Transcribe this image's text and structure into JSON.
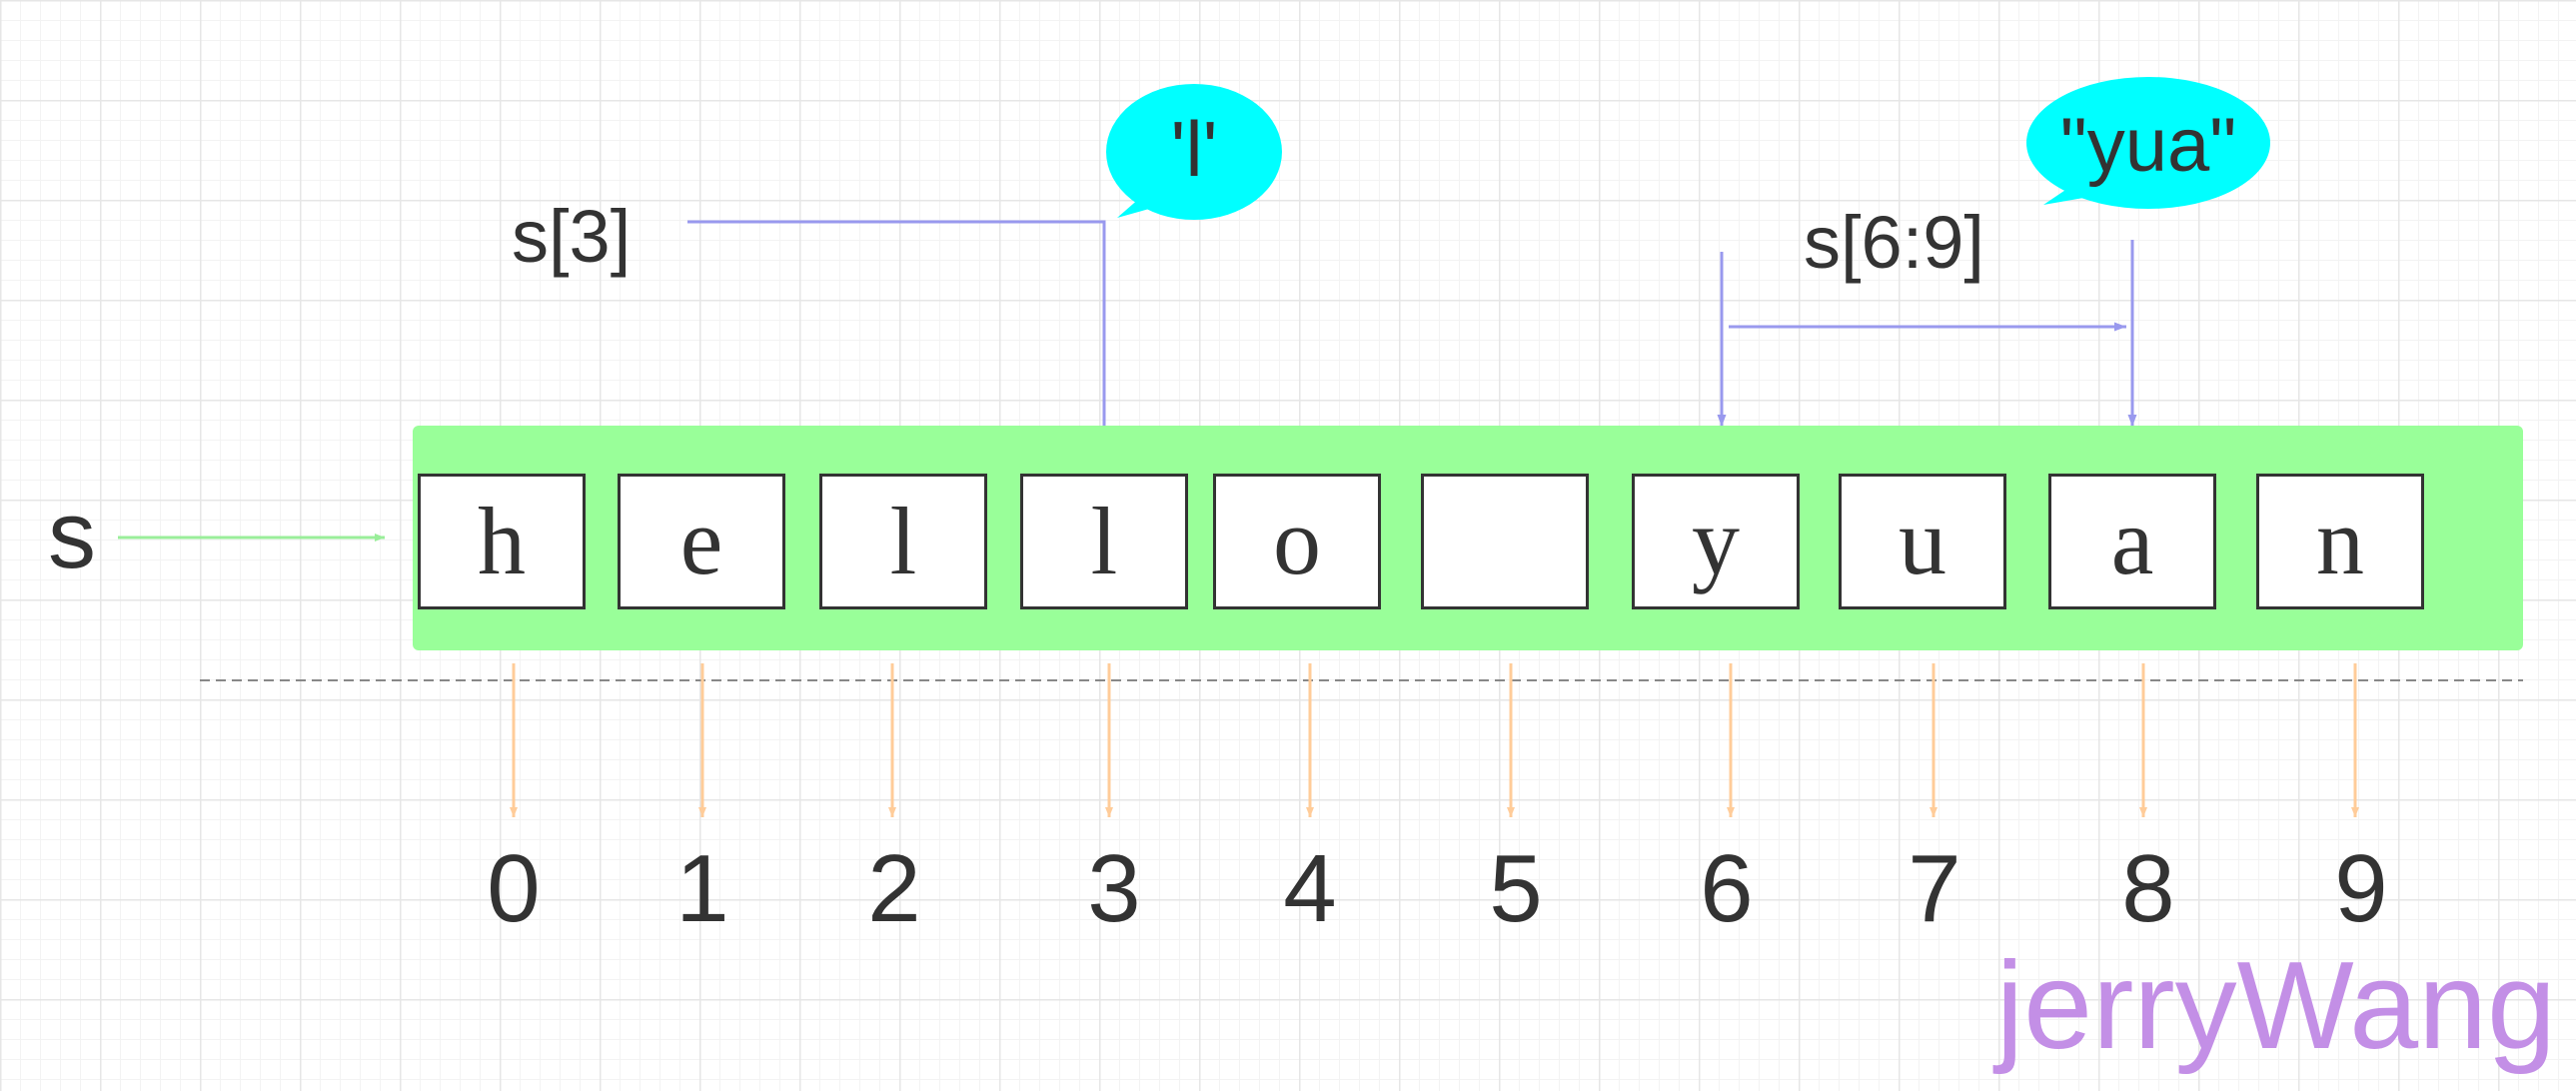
{
  "variable_name": "s",
  "cells": [
    {
      "char": "h",
      "index": "0"
    },
    {
      "char": "e",
      "index": "1"
    },
    {
      "char": "l",
      "index": "2"
    },
    {
      "char": "l",
      "index": "3"
    },
    {
      "char": "o",
      "index": "4"
    },
    {
      "char": "",
      "index": "5"
    },
    {
      "char": "y",
      "index": "6"
    },
    {
      "char": "u",
      "index": "7"
    },
    {
      "char": "a",
      "index": "8"
    },
    {
      "char": "n",
      "index": "9"
    }
  ],
  "index_access": {
    "expression": "s[3]",
    "result": "'l'"
  },
  "slice_access": {
    "expression": "s[6:9]",
    "result": "\"yua\""
  },
  "watermark": "jerryWang",
  "colors": {
    "strip": "#99ff99",
    "bubble": "#00ffff",
    "pointer_arrow": "#9999ee",
    "index_arrow": "#ffcc99",
    "var_arrow": "#99ee99",
    "watermark": "#c38fe6"
  }
}
